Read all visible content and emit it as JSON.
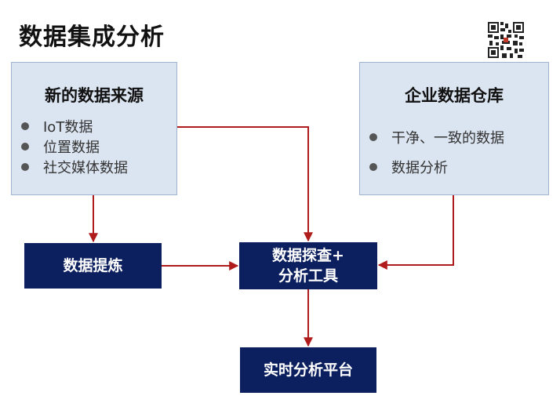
{
  "title": "数据集成分析",
  "new_sources": {
    "title": "新的数据来源",
    "items": [
      "IoT数据",
      "位置数据",
      "社交媒体数据"
    ]
  },
  "warehouse": {
    "title": "企业数据仓库",
    "items": [
      "干净、一致的数据",
      "数据分析"
    ]
  },
  "refine": {
    "label": "数据提炼"
  },
  "explore": {
    "line1": "数据探查+",
    "line2": "分析工具"
  },
  "realtime": {
    "label": "实时分析平台"
  },
  "colors": {
    "dark_box": "#0c1f5e",
    "light_box": "#dbe4f1",
    "arrow": "#b01c1c"
  },
  "qr_icon": "qr-code-icon"
}
